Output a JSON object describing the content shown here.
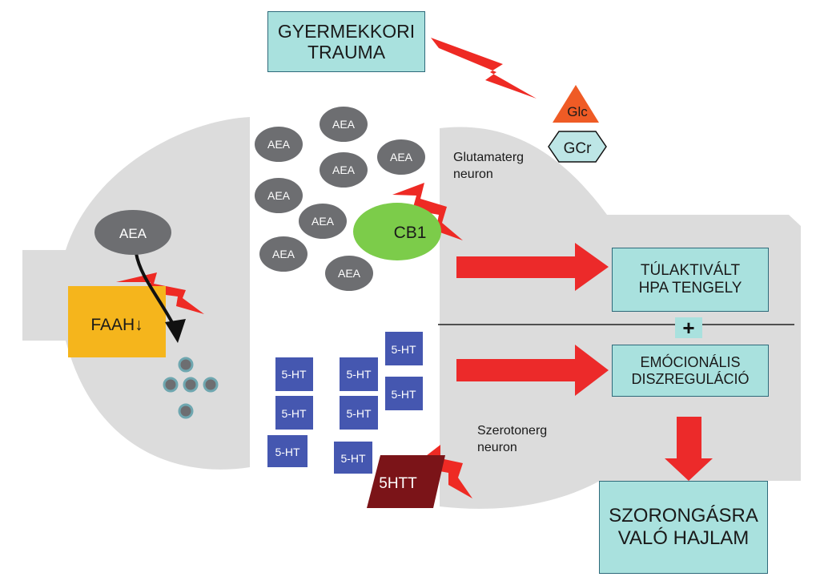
{
  "title_box": {
    "line1": "GYERMEKKORI",
    "line2": "TRAUMA"
  },
  "glc_label": "Glc",
  "gcr_label": "GCr",
  "glutamaterg": {
    "line1": "Glutamaterg",
    "line2": "neuron"
  },
  "szerotonerg": {
    "line1": "Szerotonerg",
    "line2": "neuron"
  },
  "cb1_label": "CB1",
  "aea_label": "AEA",
  "faah_label": "FAAH↓",
  "ht_label": "5-HT",
  "htt_label": "5HTT",
  "hpa_box": {
    "line1": "TÚLAKTIVÁLT",
    "line2": "HPA TENGELY"
  },
  "plus_label": "+",
  "emo_box": {
    "line1": "EMÓCIONÁLIS",
    "line2": "DISZREGULÁCIÓ"
  },
  "szor_box": {
    "line1": "SZORONGÁSRA",
    "line2": "VALÓ HAJLAM"
  },
  "colors": {
    "neuron": "#dcdcdc",
    "aea": "#6d6e71",
    "cb1": "#7ccc4a",
    "faah": "#f5b51c",
    "ht": "#4557b0",
    "htt": "#7b1418",
    "lightning": "#ee2a24",
    "arrow": "#ec2a2a",
    "box": "#a9e1de",
    "glc": "#ef5b25",
    "gcr": "#bde6e6"
  }
}
